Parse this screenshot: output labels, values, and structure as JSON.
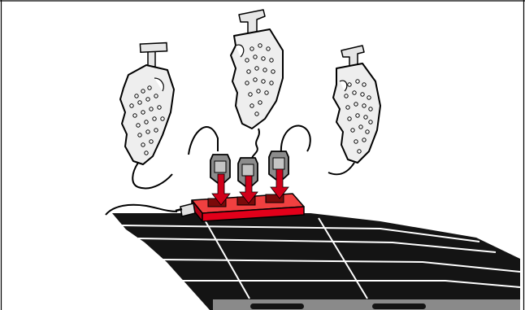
{
  "diagram": {
    "controllers": [
      {
        "id": "left",
        "connector": "plug-1"
      },
      {
        "id": "center",
        "connector": "plug-2"
      },
      {
        "id": "right",
        "connector": "plug-3"
      }
    ],
    "connection_box": {
      "ports": 3,
      "icon": "connection-box-icon"
    },
    "track": {
      "lanes": 2,
      "icon": "track-icon"
    },
    "colors": {
      "box_red": "#e2001a",
      "arrow_red": "#d0001a",
      "handset_fill": "#eeeeee",
      "plug_grey": "#8c8c8c",
      "track_black": "#141414",
      "track_grey": "#8a8a8a",
      "line": "#000000"
    }
  }
}
